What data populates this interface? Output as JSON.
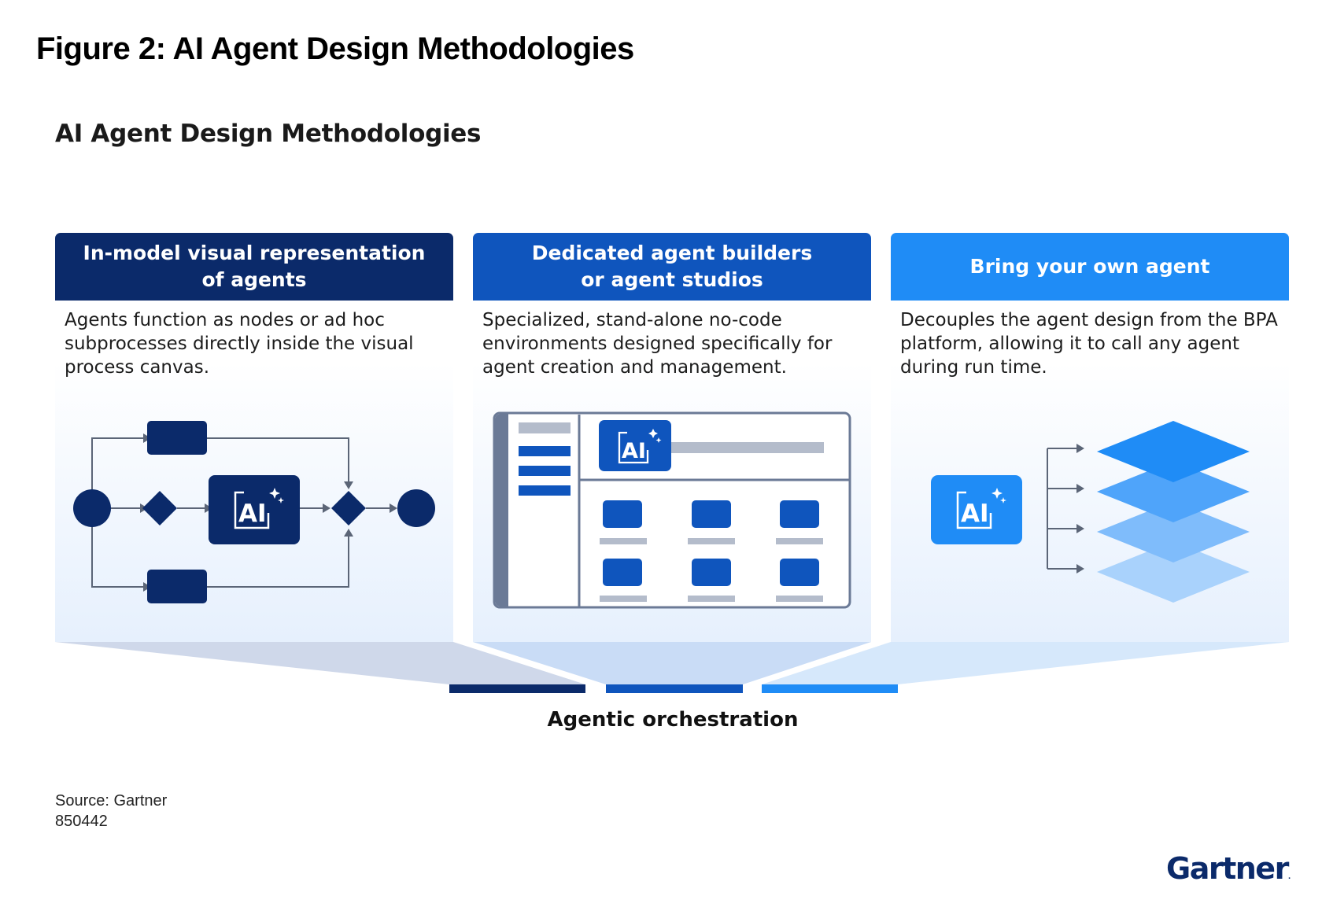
{
  "figure_title": "Figure 2: AI Agent Design Methodologies",
  "diagram_title": "AI Agent Design Methodologies",
  "colors": {
    "navy": "#0b2a6a",
    "mid_blue": "#0f55bd",
    "bright_blue": "#1f8cf6",
    "light_panel": "#e6f0fd",
    "gray_bar": "#b4bccb"
  },
  "cards": [
    {
      "header_line1": "In-model visual representation",
      "header_line2": "of agents",
      "description": "Agents function as nodes or ad hoc subprocesses directly inside the visual process canvas.",
      "icon": "process-flow-diagram-icon",
      "node_label": "AI"
    },
    {
      "header_line1": "Dedicated agent builders",
      "header_line2": "or agent studios",
      "description": "Specialized, stand-alone no-code environments designed specifically for agent creation and management.",
      "icon": "agent-studio-window-icon",
      "node_label": "AI"
    },
    {
      "header_line1": "Bring your own agent",
      "header_line2": "",
      "description": "Decouples the agent design from the BPA platform, allowing it to call any agent during run time.",
      "icon": "agent-layers-icon",
      "node_label": "AI"
    }
  ],
  "orchestration_label": "Agentic orchestration",
  "source_line": "Source: Gartner",
  "source_id": "850442",
  "logo_text": "Gartner",
  "logo_mark": "."
}
